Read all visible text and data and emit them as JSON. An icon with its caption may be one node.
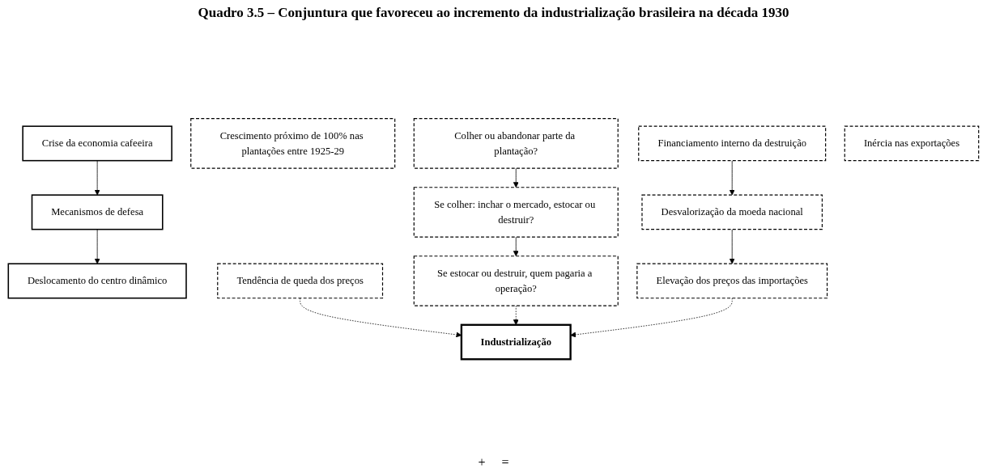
{
  "diagram": {
    "title": "Quadro 3.5 – Conjuntura que favoreceu ao incremento da industrialização brasileira na década 1930",
    "nodes": [
      {
        "text": [
          "Crise da economia cafeeira"
        ]
      },
      {
        "text": [
          "Mecanismos de defesa"
        ]
      },
      {
        "text": [
          "Deslocamento do centro dinâmico"
        ]
      },
      {
        "text": [
          "Crescimento próximo de 100% nas plantações entre 1925-29"
        ]
      },
      {
        "text": [
          "Colher ou abandonar parte da plantação?"
        ]
      },
      {
        "text": [
          "Financiamento interno da destruição"
        ]
      },
      {
        "text": [
          "Inércia nas exportações"
        ]
      },
      {
        "text": [
          "Se colher: inchar o mercado, estocar ou destruir?"
        ]
      },
      {
        "text": [
          "Desvalorização da moeda nacional"
        ]
      },
      {
        "text": [
          "Tendência de queda dos preços"
        ]
      },
      {
        "text": [
          "Se estocar ou destruir, quem pagaria a operação?"
        ]
      },
      {
        "text": [
          "Elevação dos preços das importações"
        ]
      },
      {
        "text": [
          "Industrialização"
        ]
      }
    ],
    "edges": [
      {
        "from": 0,
        "to": 1,
        "arrow": "to"
      },
      {
        "from": 1,
        "to": 2,
        "arrow": "to"
      },
      {
        "from": 4,
        "to": 7,
        "arrow": "to"
      },
      {
        "from": 7,
        "to": 10,
        "arrow": "to"
      },
      {
        "from": 5,
        "to": 8,
        "arrow": "to"
      },
      {
        "from": 8,
        "to": 11,
        "arrow": "to"
      },
      {
        "from": 9,
        "to": 12,
        "arrow": "to",
        "style": "dashed"
      },
      {
        "from": 10,
        "to": 12,
        "arrow": "to",
        "style": "dashed"
      },
      {
        "from": 11,
        "to": 12,
        "arrow": "to",
        "style": "dashed"
      }
    ],
    "labels": [
      "+",
      "="
    ]
  }
}
